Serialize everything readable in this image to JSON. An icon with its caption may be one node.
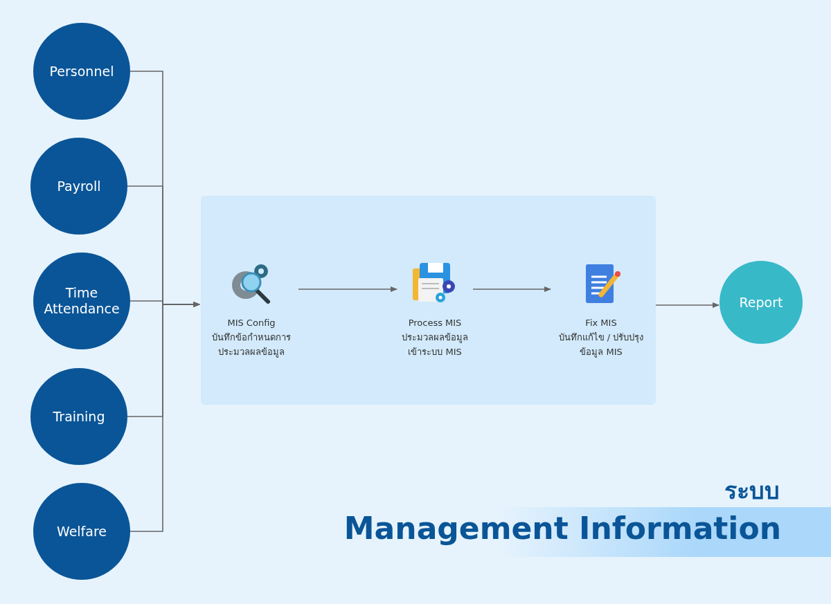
{
  "diagram": {
    "title": "Management Information",
    "nodes": [
      {
        "text": [
          "Personnel"
        ]
      },
      {
        "text": [
          "Payroll"
        ]
      },
      {
        "text": [
          "Time Attendance"
        ]
      },
      {
        "text": [
          "Training"
        ]
      },
      {
        "text": [
          "Welfare"
        ]
      },
      {
        "text": [],
        "shape": "box"
      },
      {
        "text": [
          "MIS Config",
          "บันทึกข้อกำหนดการประมวลผลข้อมูล"
        ],
        "in": 5
      },
      {
        "text": [
          "Process MIS",
          "ประมวลผลข้อมูลเข้าระบบ MIS"
        ],
        "in": 5
      },
      {
        "text": [
          "Fix MIS",
          "บันทึกแก้ไข / ปรับปรุงข้อมูล MIS"
        ],
        "in": 5
      },
      {
        "text": [
          "Report"
        ]
      }
    ],
    "edges": [
      {
        "from": 0,
        "to": 5,
        "arrow": "to"
      },
      {
        "from": 1,
        "to": 5,
        "arrow": "to"
      },
      {
        "from": 2,
        "to": 5,
        "arrow": "to"
      },
      {
        "from": 3,
        "to": 5,
        "arrow": "to"
      },
      {
        "from": 4,
        "to": 5,
        "arrow": "to"
      },
      {
        "from": 6,
        "to": 7,
        "arrow": "to"
      },
      {
        "from": 7,
        "to": 8,
        "arrow": "to"
      },
      {
        "from": 5,
        "to": 9,
        "arrow": "to"
      }
    ],
    "labels": [
      "ระบบ"
    ]
  }
}
